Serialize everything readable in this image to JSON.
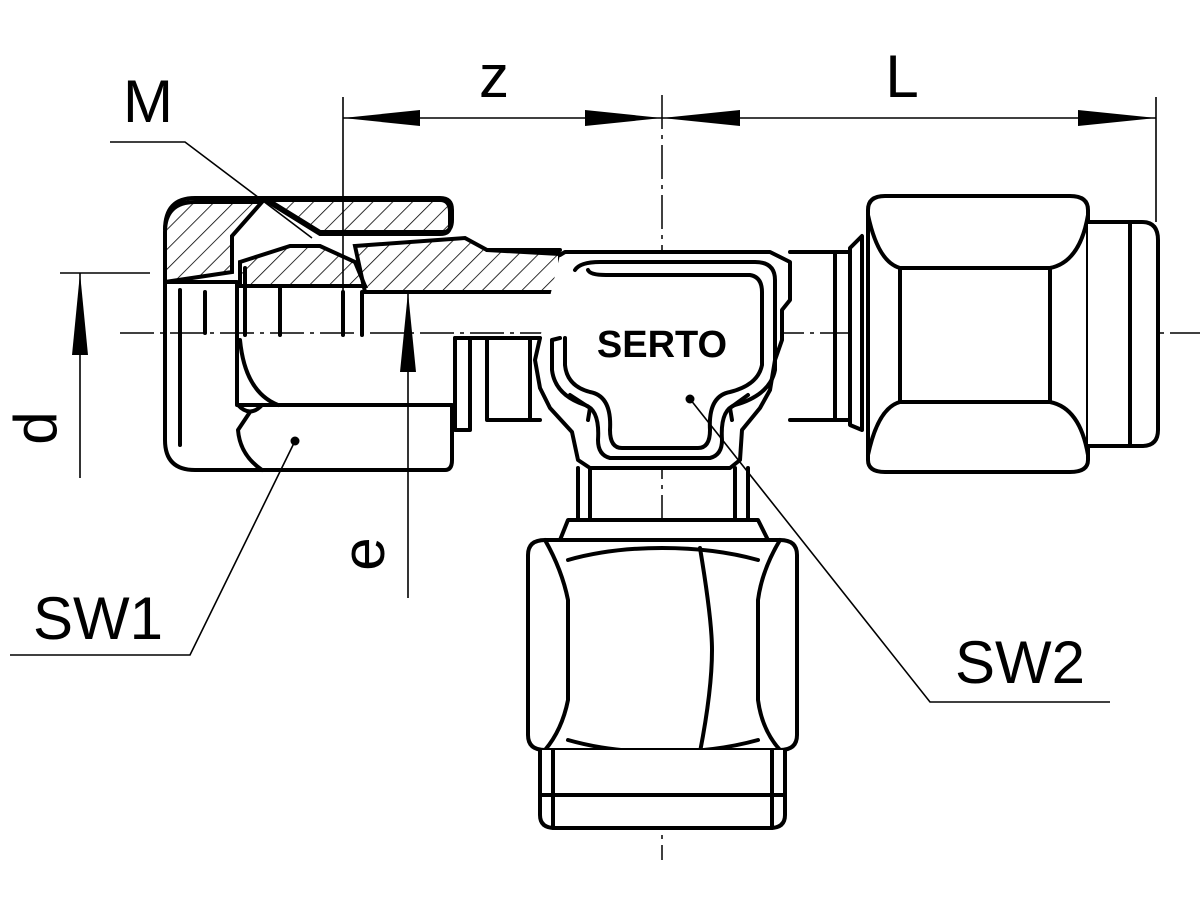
{
  "labels": {
    "M": "M",
    "z": "z",
    "L": "L",
    "d": "d",
    "e": "e",
    "SW1": "SW1",
    "SW2": "SW2"
  },
  "brand_text": "SERTO"
}
